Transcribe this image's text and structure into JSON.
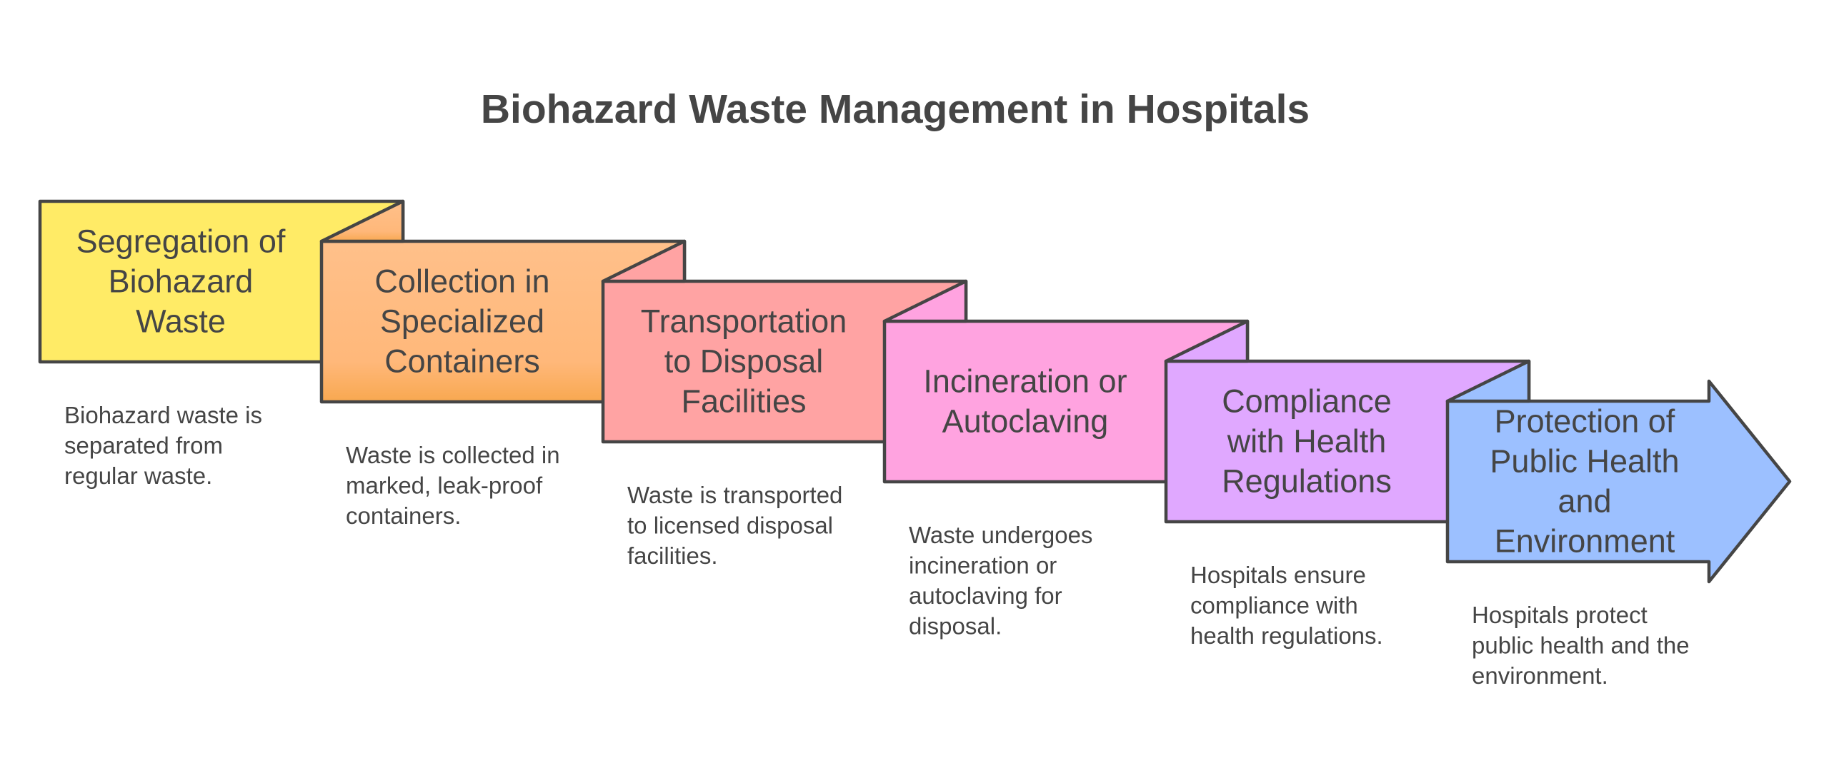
{
  "title": "Biohazard Waste Management in Hospitals",
  "colors": {
    "text": "#454545",
    "outline": "#454545",
    "step1": "#FFEB66",
    "step2_top": "#FFC08A",
    "step2_bottom": "#F8A850",
    "step3": "#FFA3A3",
    "step4": "#FFA3E0",
    "step5": "#E0A8FF",
    "step6": "#9CC0FF"
  },
  "steps": [
    {
      "label": [
        "Segregation of",
        "Biohazard",
        "Waste"
      ],
      "description": [
        "Biohazard waste is",
        "separated from",
        "regular waste."
      ]
    },
    {
      "label": [
        "Collection in",
        "Specialized",
        "Containers"
      ],
      "description": [
        "Waste is collected in",
        "marked, leak-proof",
        "containers."
      ]
    },
    {
      "label": [
        "Transportation",
        "to Disposal",
        "Facilities"
      ],
      "description": [
        "Waste is transported",
        "to licensed disposal",
        "facilities."
      ]
    },
    {
      "label": [
        "Incineration or",
        "Autoclaving"
      ],
      "description": [
        "Waste undergoes",
        "incineration or",
        "autoclaving for",
        "disposal."
      ]
    },
    {
      "label": [
        "Compliance",
        "with Health",
        "Regulations"
      ],
      "description": [
        "Hospitals ensure",
        "compliance with",
        "health regulations."
      ]
    },
    {
      "label": [
        "Protection of",
        "Public Health",
        "and",
        "Environment"
      ],
      "description": [
        "Hospitals protect",
        "public health and the",
        "environment."
      ]
    }
  ]
}
